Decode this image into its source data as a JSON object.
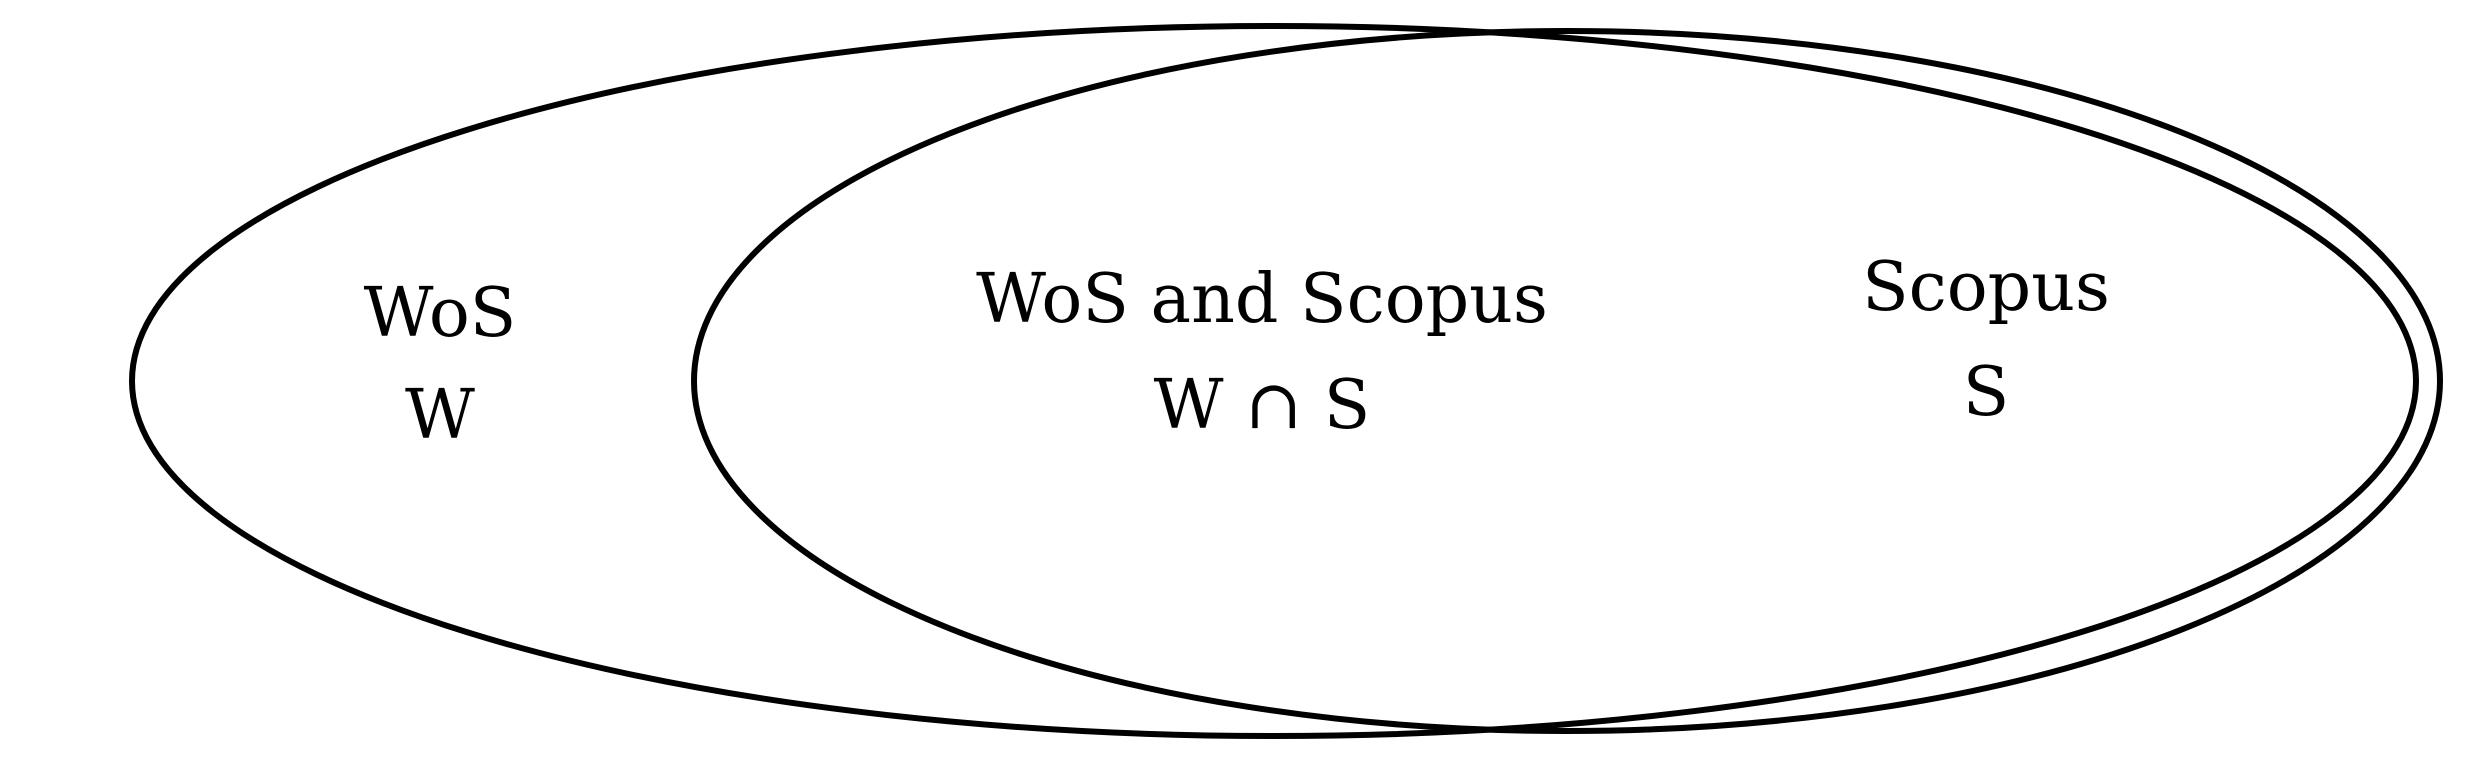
{
  "diagram": {
    "type": "venn",
    "stroke_color": "#000000",
    "background_color": "#ffffff",
    "sets": [
      {
        "region": "left",
        "name": "WoS",
        "symbol": "W"
      },
      {
        "region": "right",
        "name": "Scopus",
        "symbol": "S"
      }
    ],
    "intersection": {
      "name": "WoS and Scopus",
      "symbol": "W ∩ S"
    }
  }
}
